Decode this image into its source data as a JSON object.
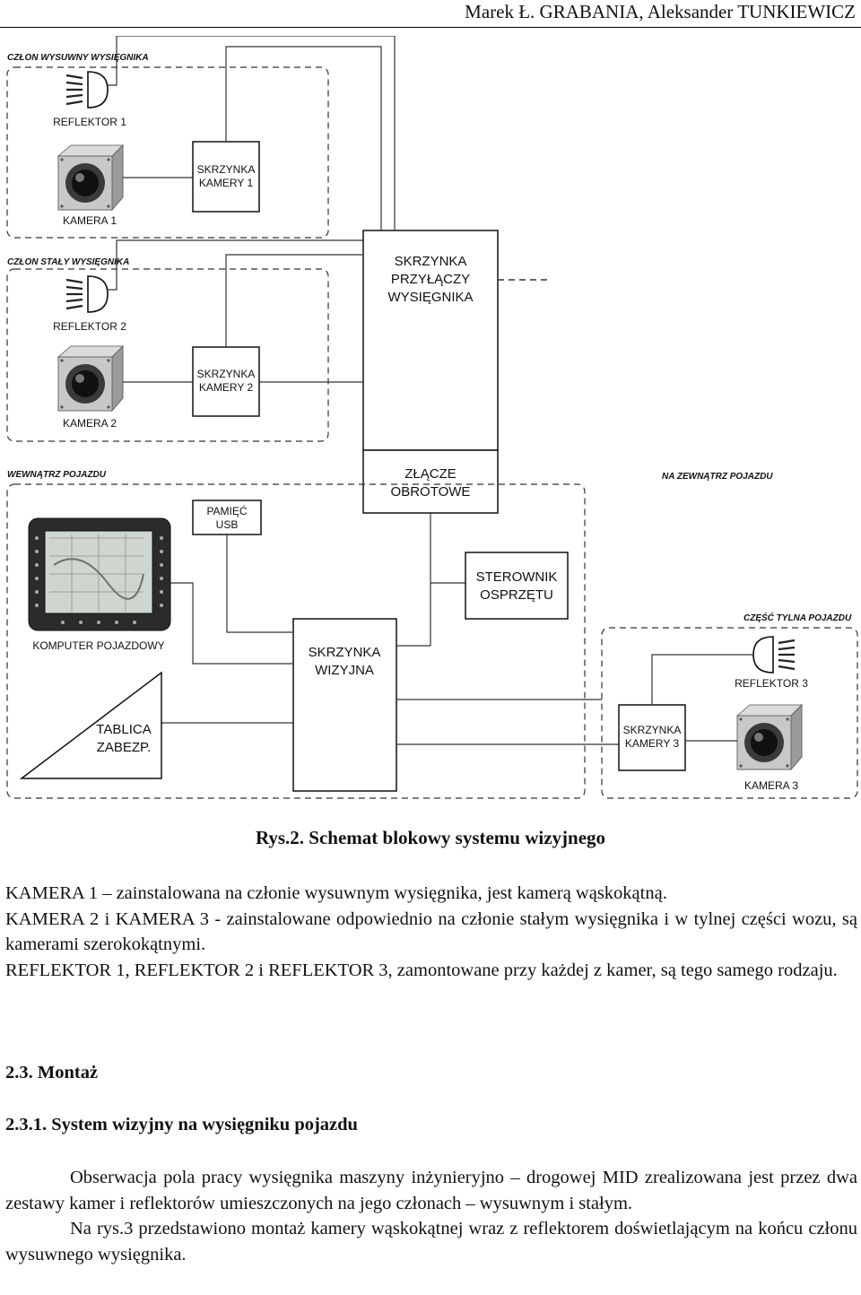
{
  "header": {
    "authors": "Marek Ł. GRABANIA, Aleksander TUNKIEWICZ"
  },
  "diagram": {
    "sections": {
      "boom_extending": "CZŁON WYSUWNY WYSIĘGNIKA",
      "boom_fixed": "CZŁON STAŁY WYSIĘGNIKA",
      "inside_vehicle": "WEWNĄTRZ POJAZDU",
      "outside_vehicle": "NA ZEWNĄTRZ POJAZDU",
      "rear_vehicle": "CZĘŚĆ TYLNA POJAZDU"
    },
    "reflector1": "REFLEKTOR 1",
    "camera1": "KAMERA 1",
    "camera_box1": [
      "SKRZYNKA",
      "KAMERY 1"
    ],
    "reflector2": "REFLEKTOR 2",
    "camera2": "KAMERA 2",
    "camera_box2": [
      "SKRZYNKA",
      "KAMERY 2"
    ],
    "boom_junction": [
      "SKRZYNKA",
      "PRZYŁĄCZY",
      "WYSIĘGNIKA"
    ],
    "rotary_joint": [
      "ZŁĄCZE",
      "OBROTOWE"
    ],
    "usb_memory": [
      "PAMIĘĆ",
      "USB"
    ],
    "vehicle_computer": "KOMPUTER POJAZDOWY",
    "equipment_controller": [
      "STEROWNIK",
      "OSPRZĘTU"
    ],
    "vision_box": [
      "SKRZYNKA",
      "WIZYJNA"
    ],
    "fuse_panel": [
      "TABLICA",
      "ZABEZP."
    ],
    "reflector3": "REFLEKTOR 3",
    "camera_box3": [
      "SKRZYNKA",
      "KAMERY 3"
    ],
    "camera3": "KAMERA 3"
  },
  "caption": "Rys.2. Schemat blokowy systemu wizyjnego",
  "body": {
    "p1": "KAMERA 1 – zainstalowana na członie wysuwnym wysięgnika, jest kamerą wąskokątną.",
    "p2": "KAMERA 2 i KAMERA 3 - zainstalowane odpowiednio na członie stałym wysięgnika i w tylnej części wozu, są kamerami szerokokątnymi.",
    "p3": "REFLEKTOR 1, REFLEKTOR 2 i REFLEKTOR 3, zamontowane przy każdej z kamer, są tego samego rodzaju.",
    "h1": "2.3. Montaż",
    "h2": "2.3.1. System wizyjny na wysięgniku pojazdu",
    "p4": "Obserwacja pola pracy wysięgnika maszyny inżynieryjno – drogowej MID zrealizowana jest przez dwa zestawy kamer i reflektorów umieszczonych na jego członach – wysuwnym i stałym.",
    "p5": "Na rys.3 przedstawiono montaż kamery wąskokątnej wraz z reflektorem doświetlającym na końcu członu wysuwnego wysięgnika."
  }
}
